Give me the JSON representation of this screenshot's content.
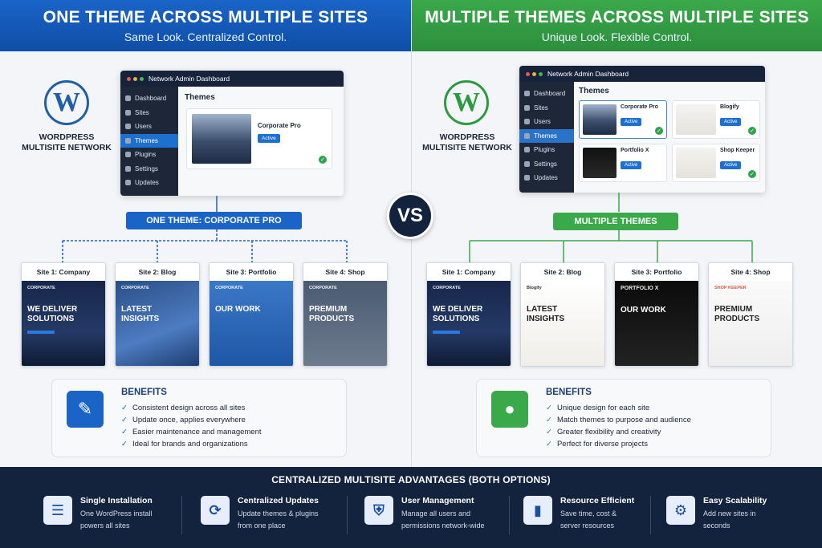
{
  "left": {
    "banner_title": "ONE THEME ACROSS MULTIPLE SITES",
    "banner_subtitle": "Same Look. Centralized Control.",
    "logo_label": "WORDPRESS\nMULTISITE NETWORK",
    "dashboard": {
      "title": "Network Admin Dashboard",
      "menu": [
        "Dashboard",
        "Sites",
        "Users",
        "Themes",
        "Plugins",
        "Settings",
        "Updates"
      ],
      "heading": "Themes",
      "theme_name": "Corporate Pro",
      "active_label": "Active"
    },
    "pill": "ONE THEME: CORPORATE PRO",
    "sites": [
      {
        "title": "Site 1: Company",
        "brand": "CORPORATE",
        "headline": "WE DELIVER SOLUTIONS"
      },
      {
        "title": "Site 2: Blog",
        "brand": "CORPORATE",
        "headline": "LATEST INSIGHTS"
      },
      {
        "title": "Site 3: Portfolio",
        "brand": "CORPORATE",
        "headline": "OUR WORK"
      },
      {
        "title": "Site 4: Shop",
        "brand": "CORPORATE",
        "headline": "PREMIUM PRODUCTS"
      }
    ],
    "benefits_title": "BENEFITS",
    "benefits": [
      "Consistent design across all sites",
      "Update once, applies everywhere",
      "Easier maintenance and management",
      "Ideal for brands and organizations"
    ]
  },
  "right": {
    "banner_title": "MULTIPLE THEMES ACROSS MULTIPLE SITES",
    "banner_subtitle": "Unique Look. Flexible Control.",
    "logo_label": "WORDPRESS\nMULTISITE NETWORK",
    "dashboard": {
      "title": "Network Admin Dashboard",
      "menu": [
        "Dashboard",
        "Sites",
        "Users",
        "Themes",
        "Plugins",
        "Settings",
        "Updates"
      ],
      "heading": "Themes",
      "themes": [
        "Corporate Pro",
        "Blogify",
        "Portfolio X",
        "Shop Keeper"
      ],
      "active_label": "Active"
    },
    "pill": "MULTIPLE THEMES",
    "sites": [
      {
        "title": "Site 1: Company",
        "brand": "CORPORATE",
        "headline": "WE DELIVER SOLUTIONS"
      },
      {
        "title": "Site 2: Blog",
        "brand": "Blogify",
        "headline": "LATEST INSIGHTS"
      },
      {
        "title": "Site 3: Portfolio",
        "brand": "PORTFOLIO X",
        "headline": "OUR WORK"
      },
      {
        "title": "Site 4: Shop",
        "brand": "SHOP KEEPER",
        "headline": "PREMIUM PRODUCTS"
      }
    ],
    "benefits_title": "BENEFITS",
    "benefits": [
      "Unique design for each site",
      "Match themes to purpose and audience",
      "Greater flexibility and creativity",
      "Perfect for diverse projects"
    ]
  },
  "vs": "VS",
  "footer": {
    "title": "CENTRALIZED MULTISITE ADVANTAGES (BOTH OPTIONS)",
    "items": [
      {
        "title": "Single Installation",
        "desc": "One WordPress install powers all sites",
        "icon": "server-icon"
      },
      {
        "title": "Centralized Updates",
        "desc": "Update themes & plugins from one place",
        "icon": "refresh-icon"
      },
      {
        "title": "User Management",
        "desc": "Manage all users and permissions network-wide",
        "icon": "shield-user-icon"
      },
      {
        "title": "Resource Efficient",
        "desc": "Save time, cost & server resources",
        "icon": "bar-chart-icon"
      },
      {
        "title": "Easy Scalability",
        "desc": "Add new sites in seconds",
        "icon": "gear-icon"
      }
    ]
  },
  "colors": {
    "left_accent": "#1a64c8",
    "right_accent": "#3aa94a",
    "footer_bg": "#13223d"
  }
}
